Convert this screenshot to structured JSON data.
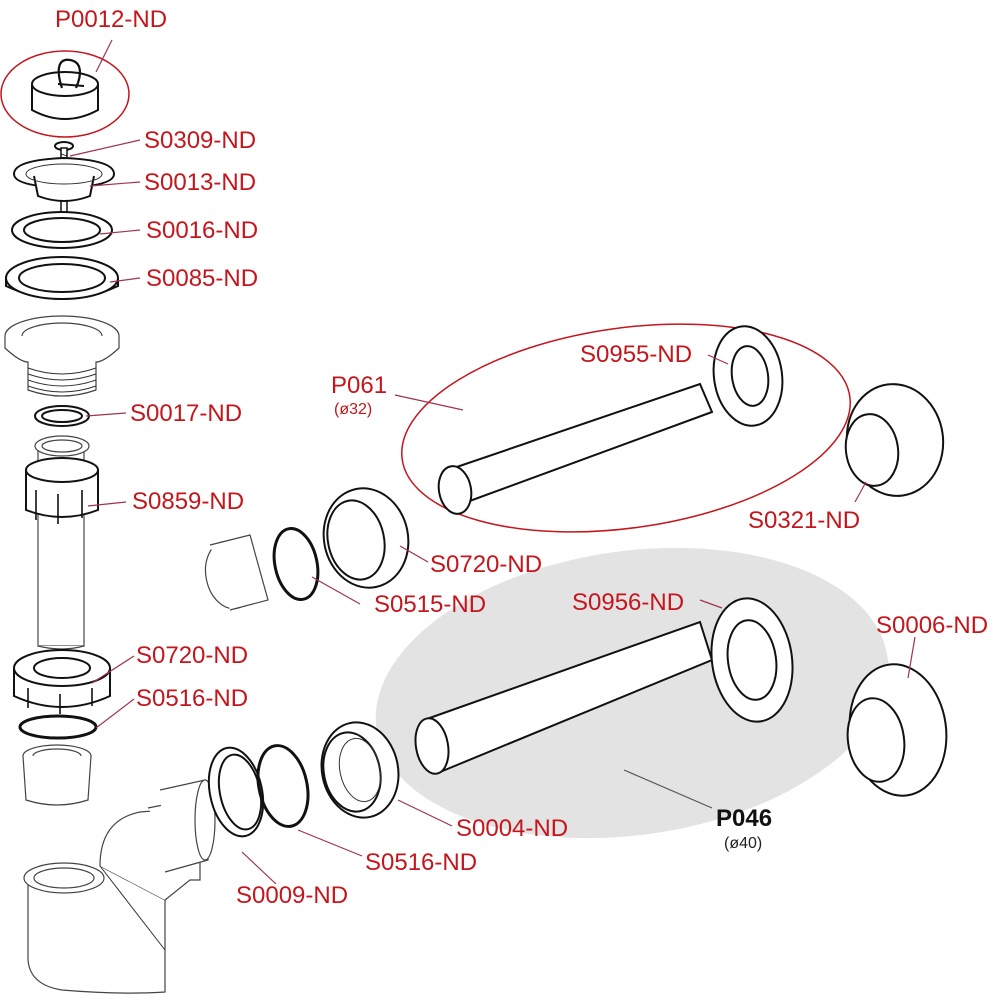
{
  "title": "Sink siphon exploded parts diagram",
  "colors": {
    "label": "#c4161c",
    "highlight_fill": "#e3e3e3",
    "outline": "#111111",
    "callout_ellipse": "#c4161c"
  },
  "labels": {
    "p0012": "P0012-ND",
    "s0309": "S0309-ND",
    "s0013": "S0013-ND",
    "s0016": "S0016-ND",
    "s0085": "S0085-ND",
    "s0017": "S0017-ND",
    "s0859": "S0859-ND",
    "s0720a": "S0720-ND",
    "s0516a": "S0516-ND",
    "p061": "P061",
    "p061_size": "(ø32)",
    "s0955": "S0955-ND",
    "s0321": "S0321-ND",
    "s0720b": "S0720-ND",
    "s0515": "S0515-ND",
    "s0956": "S0956-ND",
    "s0006": "S0006-ND",
    "p046": "P046",
    "p046_size": "(ø40)",
    "s0004": "S0004-ND",
    "s0516b": "S0516-ND",
    "s0009": "S0009-ND"
  }
}
